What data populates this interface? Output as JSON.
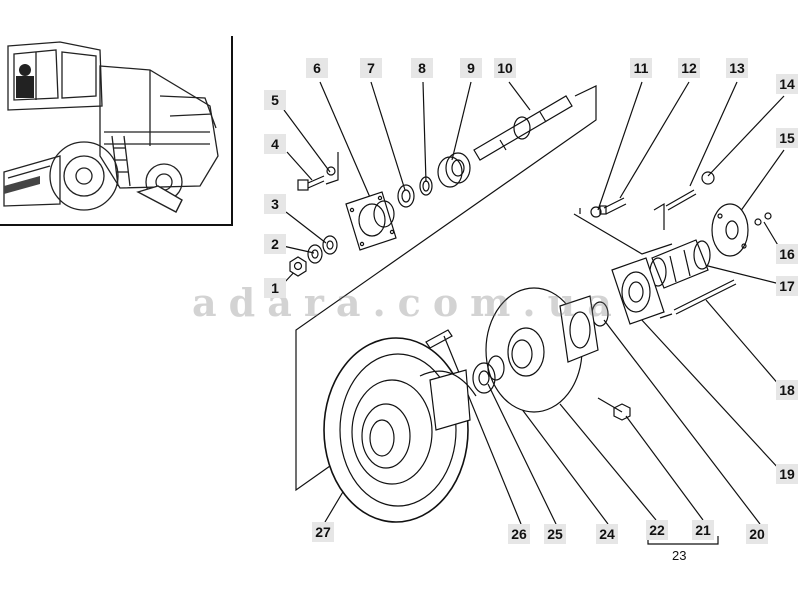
{
  "diagram": {
    "watermark": "adara.com.ua",
    "group_label": "23",
    "callouts": [
      {
        "id": "1",
        "label": "1"
      },
      {
        "id": "2",
        "label": "2"
      },
      {
        "id": "3",
        "label": "3"
      },
      {
        "id": "4",
        "label": "4"
      },
      {
        "id": "5",
        "label": "5"
      },
      {
        "id": "6",
        "label": "6"
      },
      {
        "id": "7",
        "label": "7"
      },
      {
        "id": "8",
        "label": "8"
      },
      {
        "id": "9",
        "label": "9"
      },
      {
        "id": "10",
        "label": "10"
      },
      {
        "id": "11",
        "label": "11"
      },
      {
        "id": "12",
        "label": "12"
      },
      {
        "id": "13",
        "label": "13"
      },
      {
        "id": "14",
        "label": "14"
      },
      {
        "id": "15",
        "label": "15"
      },
      {
        "id": "16",
        "label": "16"
      },
      {
        "id": "17",
        "label": "17"
      },
      {
        "id": "18",
        "label": "18"
      },
      {
        "id": "19",
        "label": "19"
      },
      {
        "id": "20",
        "label": "20"
      },
      {
        "id": "21",
        "label": "21"
      },
      {
        "id": "22",
        "label": "22"
      },
      {
        "id": "24",
        "label": "24"
      },
      {
        "id": "25",
        "label": "25"
      },
      {
        "id": "26",
        "label": "26"
      },
      {
        "id": "27",
        "label": "27"
      }
    ]
  }
}
